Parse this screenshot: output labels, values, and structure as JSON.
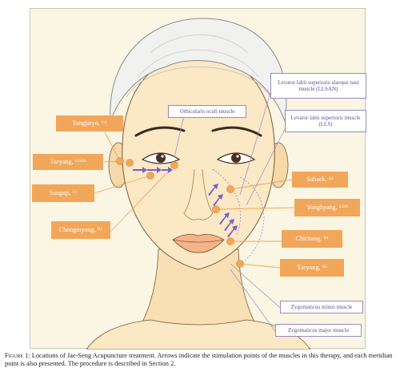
{
  "points": [
    {
      "name": "Tongjaryo",
      "sub": "G1"
    },
    {
      "name": "Taeyang",
      "sub": "HN6b"
    },
    {
      "name": "Sungup",
      "sub": "S1"
    },
    {
      "name": "Chongmyong",
      "sub": "B1"
    },
    {
      "name": "Sabaek",
      "sub": "S2"
    },
    {
      "name": "Yonghyang",
      "sub": "LI20"
    },
    {
      "name": "Chichang",
      "sub": "S4"
    },
    {
      "name": "Taeyong",
      "sub": "S5"
    }
  ],
  "muscles": [
    {
      "label": "Orbicularis oculi muscle"
    },
    {
      "label": "Levator labii superioris alaeque nasi muscle (LLSAN)"
    },
    {
      "label": "Levator labii superioris muscle (LLS)"
    },
    {
      "label": "Zygomaticus minor muscle"
    },
    {
      "label": "Zygomaticus major muscle"
    }
  ],
  "caption": {
    "figure_number": "Figure 1:",
    "text": "Locations of Jae-Seng Acupuncture treatment. Arrows indicate the stimulation points of the muscles in this therapy, and each meridian point is also presented. The procedure is described in Section 2."
  },
  "colors": {
    "point_fill": "#f2a65a",
    "muscle_border": "#9a8ac3",
    "arrow": "#7b5ec8",
    "skin": "#fbe8c5",
    "cap": "#f1f1ef"
  }
}
